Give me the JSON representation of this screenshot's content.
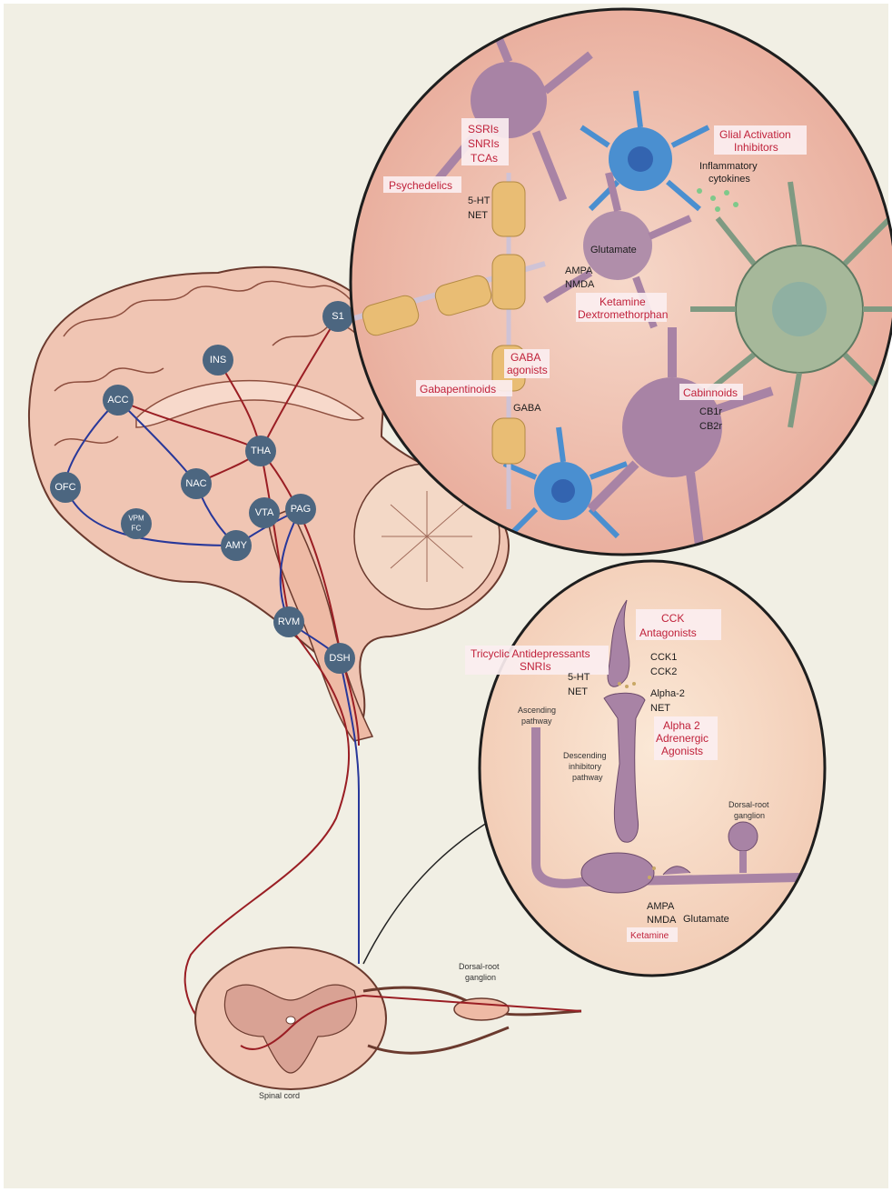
{
  "colors": {
    "background": "#f1efe4",
    "frame": "#ffffff",
    "brain": "#f0c5b3",
    "brain_outline": "#6b3a2e",
    "ascending": "#9a1e24",
    "descending": "#28389a",
    "node_fill": "#4c6680",
    "drug_text": "#c0213a",
    "neuron": "#a883a5",
    "astrocyte": "#4a8fd0",
    "microglia": "#a6b89a",
    "myelin": "#e9bd74"
  },
  "brain_nodes": [
    {
      "id": "S1",
      "label": "S1"
    },
    {
      "id": "INS",
      "label": "INS"
    },
    {
      "id": "ACC",
      "label": "ACC"
    },
    {
      "id": "THA",
      "label": "THA"
    },
    {
      "id": "OFC",
      "label": "OFC"
    },
    {
      "id": "NAC",
      "label": "NAC"
    },
    {
      "id": "VPMFC",
      "label": "VPM FC",
      "line1": "VPM",
      "line2": "FC"
    },
    {
      "id": "VTA",
      "label": "VTA"
    },
    {
      "id": "PAG",
      "label": "PAG"
    },
    {
      "id": "AMY",
      "label": "AMY"
    },
    {
      "id": "RVM",
      "label": "RVM"
    },
    {
      "id": "DSH",
      "label": "DSH"
    }
  ],
  "top_inset": {
    "icons": [
      "neuron-icon",
      "astrocyte-icon",
      "microglia-icon",
      "myelinated-axon-icon"
    ],
    "labels": {
      "ssris": "SSRIs",
      "snris": "SNRIs",
      "tcas": "TCAs",
      "psychedelics": "Psychedelics",
      "five_ht": "5-HT",
      "net": "NET",
      "glial1": "Glial Activation",
      "glial2": "Inhibitors",
      "inflam1": "Inflammatory",
      "inflam2": "cytokines",
      "glutamate": "Glutamate",
      "ampa": "AMPA",
      "nmda": "NMDA",
      "ketamine": "Ketamine",
      "dextro": "Dextromethorphan",
      "gaba_ag1": "GABA",
      "gaba_ag2": "agonists",
      "gabapentinoids": "Gabapentinoids",
      "gaba": "GABA",
      "cannabinoids": "Cabinnoids",
      "cb1r": "CB1r",
      "cb2r": "CB2r"
    }
  },
  "bottom_inset": {
    "labels": {
      "cck1": "CCK",
      "cck2": "Antagonists",
      "tca": "Tricyclic Antidepressants",
      "snris": "SNRIs",
      "cck_1": "CCK1",
      "cck_2": "CCK2",
      "five_ht": "5-HT",
      "net": "NET",
      "alpha2": "Alpha-2",
      "net2": "NET",
      "alpha_ag1": "Alpha 2",
      "alpha_ag2": "Adrenergic",
      "alpha_ag3": "Agonists",
      "ascending1": "Ascending",
      "ascending2": "pathway",
      "descending1": "Descending",
      "descending2": "inhibitory",
      "descending3": "pathway",
      "drg1": "Dorsal-root",
      "drg2": "ganglion",
      "ampa": "AMPA",
      "nmda": "NMDA",
      "glutamate": "Glutamate",
      "ketamine": "Ketamine"
    }
  },
  "spinal": {
    "drg1": "Dorsal-root",
    "drg2": "ganglion",
    "label": "Spinal cord"
  }
}
